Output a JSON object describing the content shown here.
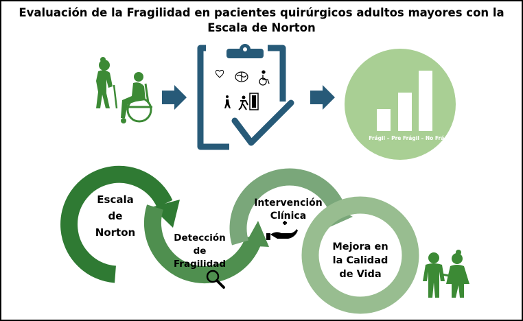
{
  "title": "Evaluación de la Fragilidad en pacientes quirúrgicos adultos mayores con la Escala de Norton",
  "top_row": {
    "left_icon": "elderly-with-cane-and-wheelchair-icon",
    "middle_icon": "clipboard-checklist-icon",
    "right_icon": "bar-chart-icon",
    "clipboard_icons": [
      "heart-icon",
      "brain-icon",
      "wheelchair-icon",
      "walking-person-icon",
      "emergency-exit-icon"
    ],
    "bars_caption": "Frágil – Pre Frágil – No Frágil"
  },
  "cycle": {
    "step1": [
      "Escala",
      "de",
      "Norton"
    ],
    "step2": [
      "Detección",
      "de",
      "Fragilidad"
    ],
    "step3": [
      "Intervención",
      "Clínica"
    ],
    "step4": [
      "Mejora en",
      "la Calidad",
      "de Vida"
    ],
    "step2_icon": "magnifier-icon",
    "step3_icon": "hand-with-cross-icon",
    "end_icon": "elderly-couple-icon"
  },
  "colors": {
    "dark_green": "#2f7a33",
    "mid_green": "#4f8f4f",
    "light_green": "#7aa77a",
    "pale_green": "#98bd90",
    "icon_green": "#3c8a35",
    "navy": "#275a78",
    "chart_bg": "#a9cf94"
  }
}
